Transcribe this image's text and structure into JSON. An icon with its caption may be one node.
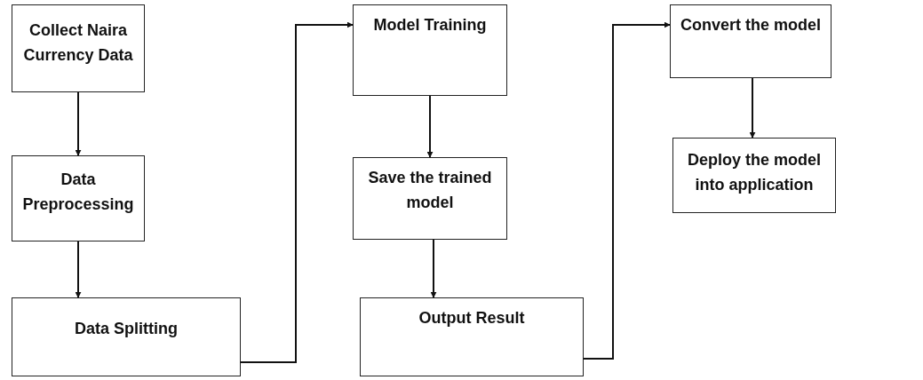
{
  "diagram": {
    "nodes": [
      {
        "text": [
          "Collect Naira Currency Data"
        ]
      },
      {
        "text": [
          "Data Preprocessing"
        ]
      },
      {
        "text": [
          "Data Splitting"
        ]
      },
      {
        "text": [
          "Model Training"
        ]
      },
      {
        "text": [
          "Save the trained model"
        ]
      },
      {
        "text": [
          "Output Result"
        ]
      },
      {
        "text": [
          "Convert the model"
        ]
      },
      {
        "text": [
          "Deploy the model into application"
        ]
      }
    ],
    "edges": [
      {
        "from": 0,
        "to": 1,
        "arrow": "to"
      },
      {
        "from": 1,
        "to": 2,
        "arrow": "to"
      },
      {
        "from": 2,
        "to": 3,
        "arrow": "to"
      },
      {
        "from": 3,
        "to": 4,
        "arrow": "to"
      },
      {
        "from": 4,
        "to": 5,
        "arrow": "to"
      },
      {
        "from": 5,
        "to": 6,
        "arrow": "to"
      },
      {
        "from": 6,
        "to": 7,
        "arrow": "to"
      }
    ]
  }
}
